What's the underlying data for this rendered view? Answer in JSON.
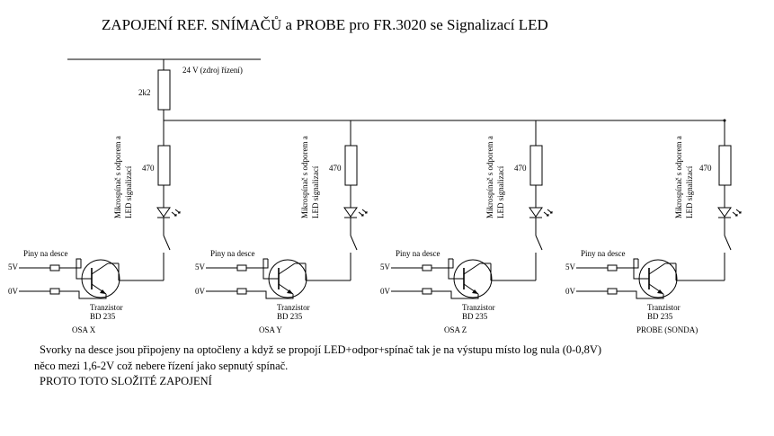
{
  "title": "ZAPOJENÍ REF. SNÍMAČŮ a PROBE pro FR.3020 se Signalizací LED",
  "supply": {
    "label": "24 V (zdroj řízení)",
    "pullup_resistor": "2k2"
  },
  "channels": [
    {
      "resistor": "470",
      "switch_label_line1": "Mikrospínač s odporem a",
      "switch_label_line2": "LED signalizací",
      "pins_label": "Piny na desce",
      "pin1": "5V",
      "pin2": "0V",
      "transistor_line1": "Tranzistor",
      "transistor_line2": "BD 235",
      "axis": "OSA X"
    },
    {
      "resistor": "470",
      "switch_label_line1": "Mikrospínač s odporem a",
      "switch_label_line2": "LED signalizací",
      "pins_label": "Piny na desce",
      "pin1": "5V",
      "pin2": "0V",
      "transistor_line1": "Tranzistor",
      "transistor_line2": "BD 235",
      "axis": "OSA Y"
    },
    {
      "resistor": "470",
      "switch_label_line1": "Mikrospínač s odporem a",
      "switch_label_line2": "LED signalizací",
      "pins_label": "Piny na desce",
      "pin1": "5V",
      "pin2": "0V",
      "transistor_line1": "Tranzistor",
      "transistor_line2": "BD 235",
      "axis": "OSA Z"
    },
    {
      "resistor": "470",
      "switch_label_line1": "Mikrospínač s odporem a",
      "switch_label_line2": "LED signalizací",
      "pins_label": "Piny na desce",
      "pin1": "5V",
      "pin2": "0V",
      "transistor_line1": "Tranzistor",
      "transistor_line2": "BD 235",
      "axis": "PROBE (SONDA)"
    }
  ],
  "notes": [
    "Svorky na desce jsou připojeny na optočleny a když se propojí LED+odpor+spínač tak je na výstupu místo log nula (0-0,8V)",
    " něco mezi 1,6-2V což nebere řízení jako sepnutý spínač.",
    " PROTO TOTO SLOŽITÉ ZAPOJENÍ"
  ]
}
